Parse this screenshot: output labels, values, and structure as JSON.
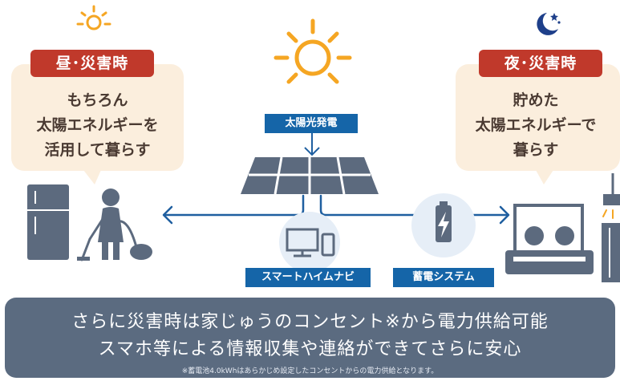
{
  "left": {
    "tag": "昼･災害時",
    "lines": [
      "もちろん",
      "太陽エネルギーを",
      "活用して暮らす"
    ]
  },
  "right": {
    "tag": "夜･災害時",
    "lines": [
      "貯めた",
      "太陽エネルギーで",
      "暮らす"
    ]
  },
  "center": {
    "solar_label": "太陽光発電",
    "navi_label": "スマートハイムナビ",
    "storage_label": "蓄電システム"
  },
  "banner": {
    "line1": "さらに災害時は家じゅうのコンセント※から電力供給可能",
    "line2": "スマホ等による情報収集や連絡ができてさらに安心",
    "note": "※蓄電池4.0kWhはあらかじめ設定したコンセントからの電力供給となります。"
  },
  "colors": {
    "red_tag": "#c0392b",
    "blue_tag": "#1565a8",
    "bubble": "#fbeedd",
    "banner": "#5b6b80",
    "sun": "#f5a623",
    "arrow": "#1f5fa0",
    "illustration": "#5c6a7e"
  },
  "icons": [
    "small-sun-icon",
    "moon-stars-icon",
    "large-sun-icon",
    "solar-panel-icon",
    "refrigerator-icon",
    "vacuum-person-icon",
    "computer-tablet-icon",
    "battery-icon",
    "family-sofa-icon",
    "lamp-icon"
  ]
}
